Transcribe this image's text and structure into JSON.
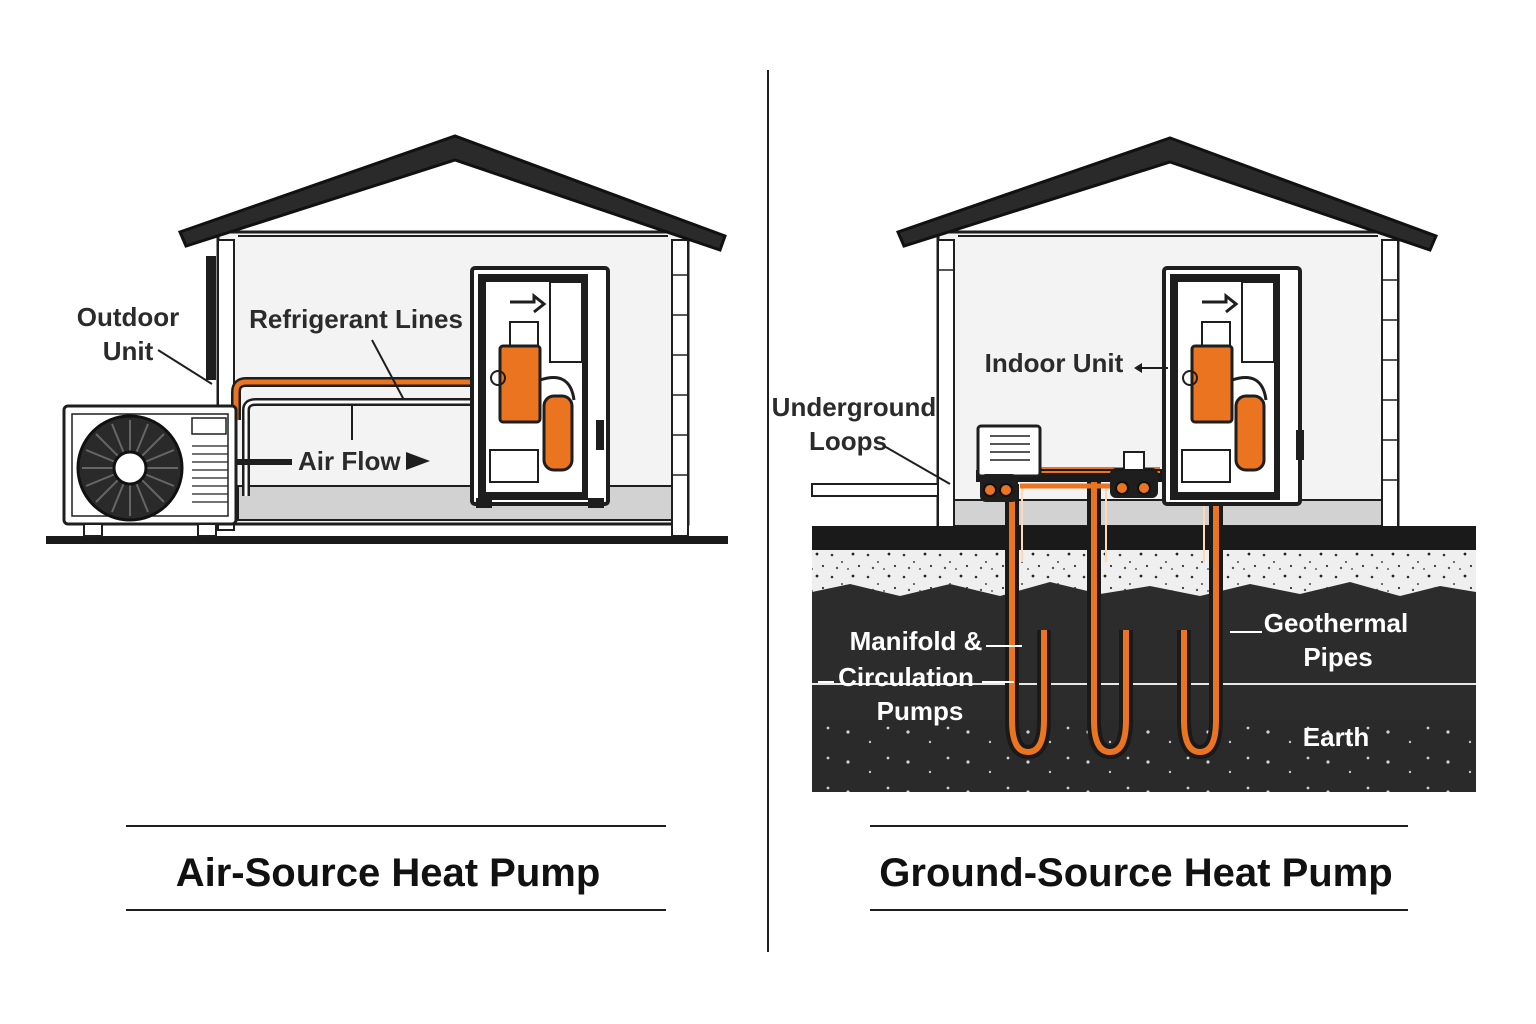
{
  "colors": {
    "accent": "#ea7420",
    "dark": "#1e1e1e",
    "ground": "#2a2a2a",
    "wall": "#f2f2f2",
    "floor": "#d0d0d0"
  },
  "left": {
    "labels": {
      "outdoor_unit_line1": "Outdoor",
      "outdoor_unit_line2": "Unit",
      "refrigerant_lines": "Refrigerant Lines",
      "air_flow": "Air Flow"
    },
    "caption": "Air-Source Heat Pump"
  },
  "right": {
    "labels": {
      "indoor_unit": "Indoor Unit",
      "underground_loops_line1": "Underground",
      "underground_loops_line2": "Loops",
      "manifold_line1": "Manifold &",
      "manifold_line2": "Circulation",
      "manifold_line3": "Pumps",
      "geothermal_line1": "Geothermal",
      "geothermal_line2": "Pipes",
      "earth": "Earth"
    },
    "caption": "Ground-Source Heat Pump"
  }
}
